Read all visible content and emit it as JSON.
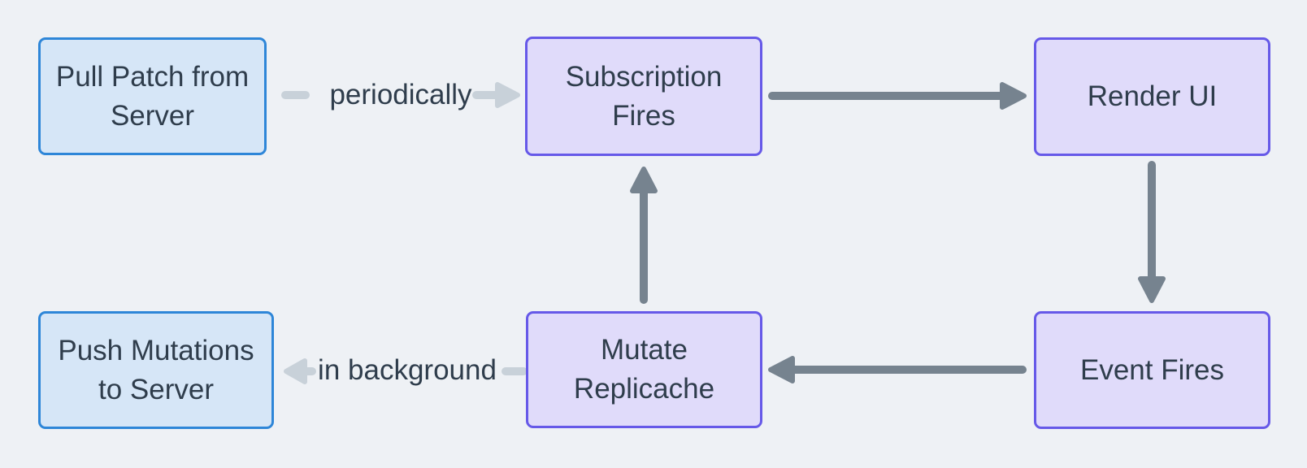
{
  "diagram": {
    "nodes": [
      {
        "id": "pull-patch-from-server",
        "label": "Pull Patch from Server",
        "style": "blue"
      },
      {
        "id": "subscription-fires",
        "label": "Subscription Fires",
        "style": "purple"
      },
      {
        "id": "render-ui",
        "label": "Render UI",
        "style": "purple"
      },
      {
        "id": "event-fires",
        "label": "Event Fires",
        "style": "purple"
      },
      {
        "id": "mutate-replicache",
        "label": "Mutate Replicache",
        "style": "purple"
      },
      {
        "id": "push-mutations-to-server",
        "label": "Push Mutations to Server",
        "style": "blue"
      }
    ],
    "edges": [
      {
        "from": "pull-patch-from-server",
        "to": "subscription-fires",
        "label": "periodically",
        "style": "light"
      },
      {
        "from": "subscription-fires",
        "to": "render-ui",
        "label": "",
        "style": "dark"
      },
      {
        "from": "render-ui",
        "to": "event-fires",
        "label": "",
        "style": "dark"
      },
      {
        "from": "event-fires",
        "to": "mutate-replicache",
        "label": "",
        "style": "dark"
      },
      {
        "from": "mutate-replicache",
        "to": "subscription-fires",
        "label": "",
        "style": "dark"
      },
      {
        "from": "mutate-replicache",
        "to": "push-mutations-to-server",
        "label": "in background",
        "style": "light"
      }
    ]
  },
  "colors": {
    "background": "#eef1f5",
    "node_blue_fill": "#d6e6f7",
    "node_blue_border": "#2e86d8",
    "node_purple_fill": "#e0dbfa",
    "node_purple_border": "#6659e8",
    "text_color": "#2f3d4c",
    "arrow_dark": "#76838f",
    "arrow_light": "#c8d1d9"
  }
}
